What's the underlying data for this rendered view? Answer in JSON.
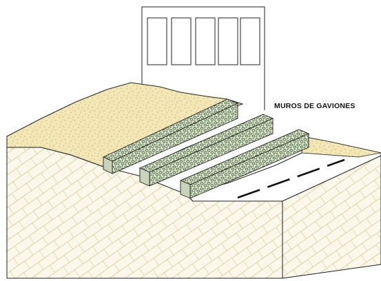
{
  "figure": {
    "label": "MUROS DE GAVIONES"
  },
  "colors": {
    "background": "#ffffff",
    "outline": "#222222",
    "soil": "#f3e7b8",
    "soil_speckle": "#cfa84a",
    "gabion": "#dfe6d2",
    "gabion_stone": "#3f5a33",
    "rock": "#fbf7ea",
    "rock_hatch": "#d8c390",
    "road_marking": "#111111"
  },
  "icons": [
    "building-outline",
    "gabion-wall",
    "rock-mass",
    "road-lane"
  ]
}
